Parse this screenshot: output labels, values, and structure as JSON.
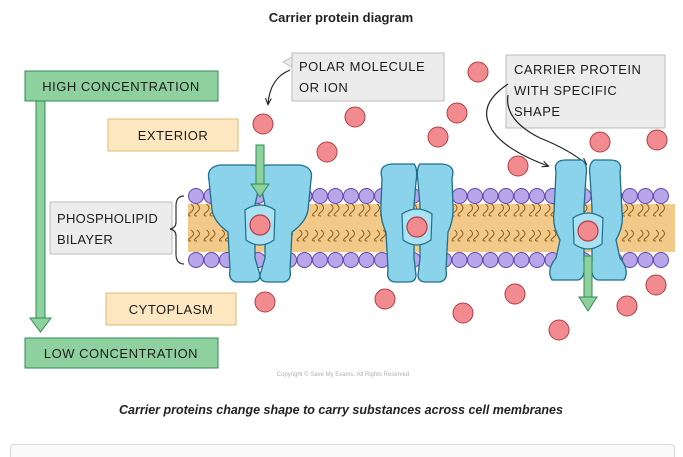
{
  "title": "Carrier protein diagram",
  "caption": "Carrier proteins change shape to carry substances across cell membranes",
  "copyright": "Copyright © Save My Exams. All Rights Reserved",
  "labels": {
    "high_concentration": "HIGH CONCENTRATION",
    "low_concentration": "LOW CONCENTRATION",
    "exterior": "EXTERIOR",
    "cytoplasm": "CYTOPLASM",
    "phospholipid_line1": "PHOSPHOLIPID",
    "phospholipid_line2": "BILAYER",
    "polar_line1": "POLAR MOLECULE",
    "polar_line2": "OR ION",
    "carrier_line1": "CARRIER PROTEIN",
    "carrier_line2": "WITH SPECIFIC",
    "carrier_line3": "SHAPE"
  },
  "colors": {
    "green_fill": "#8fd19e",
    "green_stroke": "#2e8b57",
    "peach_fill": "#fde7c0",
    "peach_stroke": "#e0b874",
    "grey_fill": "#ececec",
    "protein_fill": "#8ad3eb",
    "protein_stroke": "#1f6f8b",
    "head_fill": "#b9a6ea",
    "tail_fill": "#f2c988",
    "molecule_fill": "#f28b8f",
    "molecule_stroke": "#b33c44"
  }
}
